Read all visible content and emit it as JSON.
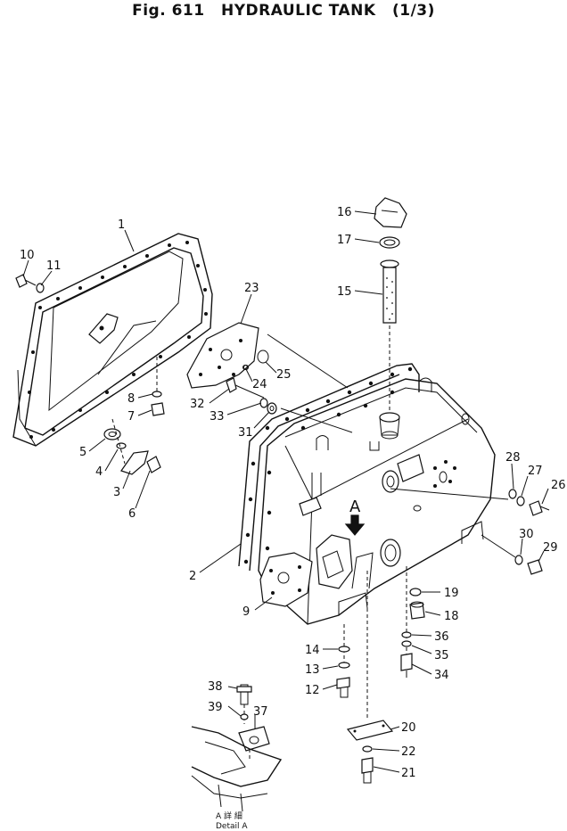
{
  "figure": {
    "fig_label": "Fig. 611",
    "title": "HYDRAULIC TANK",
    "sheet": "(1/3)"
  },
  "detail": {
    "label_jp": "A 詳 細",
    "label_en": "Detail A",
    "view_marker": "A"
  },
  "parts": [
    {
      "id": "p1",
      "number": "1"
    },
    {
      "id": "p2",
      "number": "2"
    },
    {
      "id": "p3",
      "number": "3"
    },
    {
      "id": "p4",
      "number": "4"
    },
    {
      "id": "p5",
      "number": "5"
    },
    {
      "id": "p6",
      "number": "6"
    },
    {
      "id": "p7",
      "number": "7"
    },
    {
      "id": "p8",
      "number": "8"
    },
    {
      "id": "p9",
      "number": "9"
    },
    {
      "id": "p10",
      "number": "10"
    },
    {
      "id": "p11",
      "number": "11"
    },
    {
      "id": "p12",
      "number": "12"
    },
    {
      "id": "p13",
      "number": "13"
    },
    {
      "id": "p14",
      "number": "14"
    },
    {
      "id": "p15",
      "number": "15"
    },
    {
      "id": "p16",
      "number": "16"
    },
    {
      "id": "p17",
      "number": "17"
    },
    {
      "id": "p18",
      "number": "18"
    },
    {
      "id": "p19",
      "number": "19"
    },
    {
      "id": "p20",
      "number": "20"
    },
    {
      "id": "p21",
      "number": "21"
    },
    {
      "id": "p22",
      "number": "22"
    },
    {
      "id": "p23",
      "number": "23"
    },
    {
      "id": "p24",
      "number": "24"
    },
    {
      "id": "p25",
      "number": "25"
    },
    {
      "id": "p26",
      "number": "26"
    },
    {
      "id": "p27",
      "number": "27"
    },
    {
      "id": "p28",
      "number": "28"
    },
    {
      "id": "p29",
      "number": "29"
    },
    {
      "id": "p30",
      "number": "30"
    },
    {
      "id": "p31",
      "number": "31"
    },
    {
      "id": "p32",
      "number": "32"
    },
    {
      "id": "p33",
      "number": "33"
    },
    {
      "id": "p34",
      "number": "34"
    },
    {
      "id": "p35",
      "number": "35"
    },
    {
      "id": "p36",
      "number": "36"
    },
    {
      "id": "p37",
      "number": "37"
    },
    {
      "id": "p38",
      "number": "38"
    },
    {
      "id": "p39",
      "number": "39"
    }
  ]
}
